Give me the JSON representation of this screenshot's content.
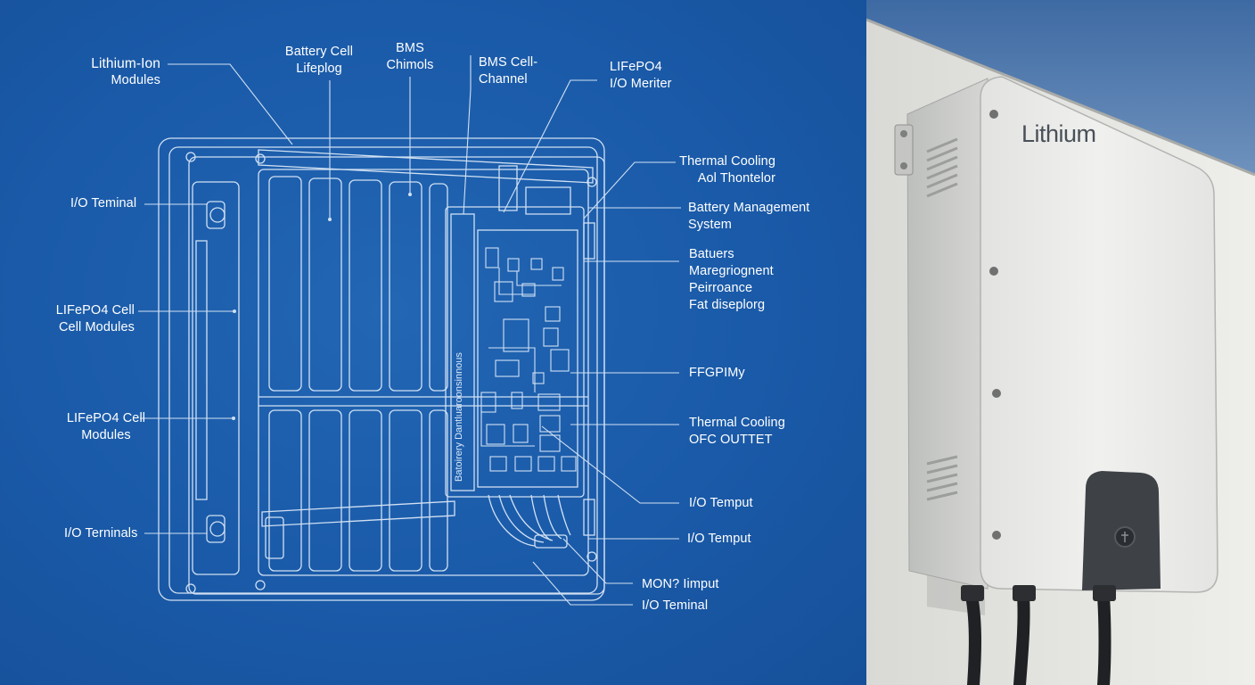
{
  "diagram": {
    "labels": [
      {
        "id": "lithium-ion-modules",
        "lines": [
          "Lithium-Ion",
          "Modules"
        ]
      },
      {
        "id": "battery-cell-lifeplog",
        "lines": [
          "Battery Cell",
          "Lifeplog"
        ]
      },
      {
        "id": "bms-chimols",
        "lines": [
          "BMS",
          "Chimols"
        ]
      },
      {
        "id": "bms-cell-channel",
        "lines": [
          "BMS Cell-",
          "Channel"
        ]
      },
      {
        "id": "lifepo4-io-meriter",
        "lines": [
          "LIFePO4",
          "I/O Meriter"
        ]
      },
      {
        "id": "io-teminal",
        "lines": [
          "I/O Teminal"
        ]
      },
      {
        "id": "lifepo4-cell-modules-1",
        "lines": [
          "LIFePO4 Cell",
          "Cell Modules"
        ]
      },
      {
        "id": "lifepo4-cell-modules-2",
        "lines": [
          "LIFePO4 Cell",
          "Modules"
        ]
      },
      {
        "id": "io-terminals",
        "lines": [
          "I/O Terninals"
        ]
      },
      {
        "id": "thermal-cooling-aol",
        "lines": [
          "Thermal Cooling",
          "Aol Thontelor"
        ]
      },
      {
        "id": "battery-management-system",
        "lines": [
          "Battery Management",
          "System"
        ]
      },
      {
        "id": "batuers-management",
        "lines": [
          "Batuers",
          "Maregriognent",
          "Peirroance",
          "Fat diseplorg"
        ]
      },
      {
        "id": "ffgpimy",
        "lines": [
          "FFGPIMy"
        ]
      },
      {
        "id": "thermal-cooling-ofc",
        "lines": [
          "Thermal Cooling",
          "OFC OUTTET"
        ]
      },
      {
        "id": "io-temput-1",
        "lines": [
          "I/O Temput"
        ]
      },
      {
        "id": "io-temput-2",
        "lines": [
          "I/O Temput"
        ]
      },
      {
        "id": "mon-iimput",
        "lines": [
          "MON? Iimput"
        ]
      },
      {
        "id": "io-teminal-2",
        "lines": [
          "I/O Teminal"
        ]
      },
      {
        "id": "pcb-vertical-text",
        "lines": [
          "Batoirery Dantluaroonsinnous"
        ]
      }
    ]
  },
  "photo": {
    "brand": "Lithium",
    "colors": {
      "sky": "#4d78ad",
      "wall": "#e4e4e0",
      "enclosure": "#ecedeb",
      "accent": "#3e4247"
    }
  },
  "colors": {
    "blueprint": "#1a5aa8",
    "line": "#dbe8f7"
  }
}
